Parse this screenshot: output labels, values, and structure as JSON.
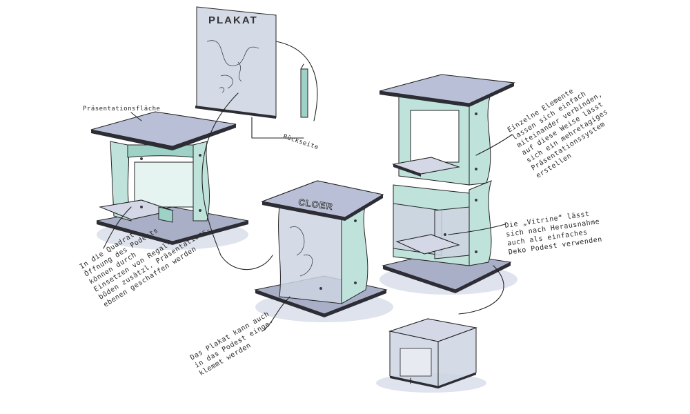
{
  "poster": {
    "title": "PLAKAT",
    "back_label": "Rückseite"
  },
  "pedestal_left": {
    "top_label": "Präsentationsfläche",
    "note": [
      "In die Quadrat-",
      "Öffnung des Podests",
      "können durch",
      "Einsetzen von Regal-",
      "böden zusätzl. Präsentations-",
      "ebenen geschaffen werden"
    ]
  },
  "pedestal_center": {
    "logo": "CLOER",
    "note": [
      "Das Plakat kann auch",
      "in das Podest einge-",
      "klemmt werden"
    ]
  },
  "tower_right": {
    "note_top": [
      "Einzelne Elemente",
      "lassen sich einfach",
      "miteinander verbinden,",
      "auf diese Weise lässt",
      "sich ein mehretagiges",
      "Präsentationssystem",
      "erstellen"
    ],
    "note_bottom": [
      "Die „Vitrine“ lässt",
      "sich nach Herausnahme",
      "auch als einfaches",
      "Deko Podest verwenden"
    ]
  },
  "colors": {
    "top_panel": "#b9bfd6",
    "mint_panel": "#bfe3da",
    "glass_panel": "#cdd3e2",
    "ink": "#222222"
  }
}
